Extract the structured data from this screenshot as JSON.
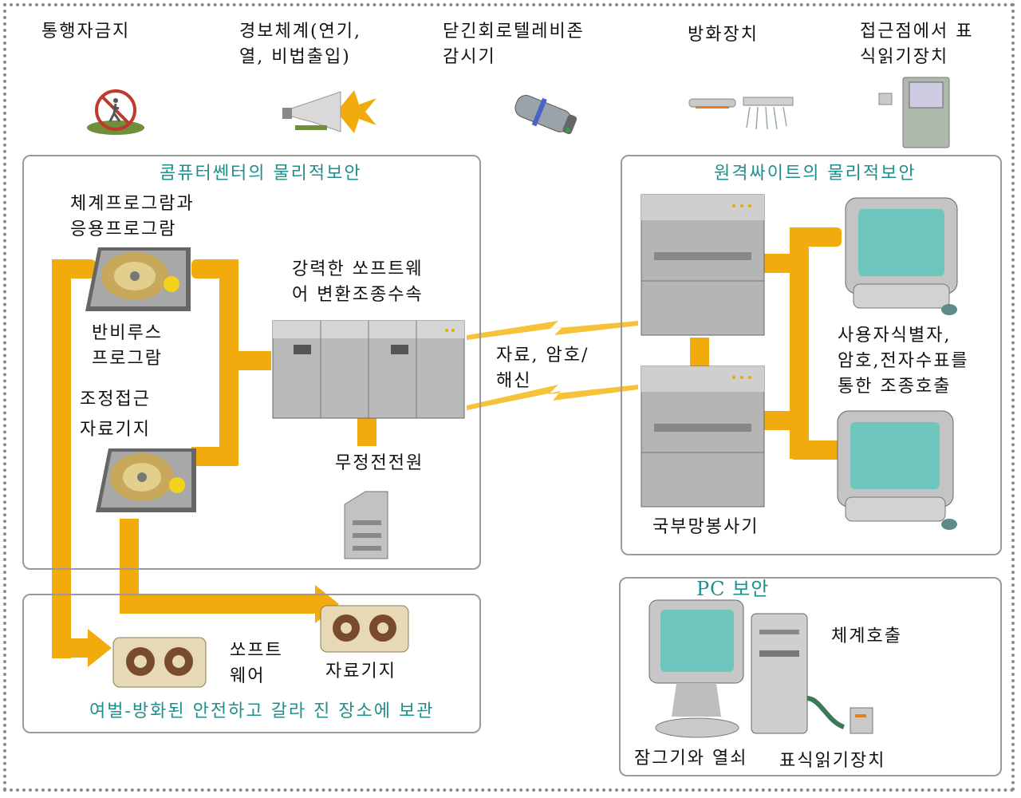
{
  "top_labels": {
    "no_entry": "통행자금지",
    "alarm": "경보체계(연기,\n열, 비법출입)",
    "cctv": "닫긴회로텔레비존\n감시기",
    "fire": "방화장치",
    "reader": "접근점에서 표\n식읽기장치"
  },
  "computer_center": {
    "title": "콤퓨터쎈터의 물리적보안",
    "sys_programs": "체계프로그람과\n응용프로그람",
    "antivirus": "반비루스\n프로그람",
    "access_control": "조정접근",
    "database": "자료기지",
    "strong_software": "강력한 쏘프트웨\n어 변환조종수속",
    "ups": "무정전전원"
  },
  "link": {
    "label": "자료, 암호/\n해신"
  },
  "remote_site": {
    "title": "원격싸이트의 물리적보안",
    "auth": "사용자식별자,\n암호,전자수표를\n통한 조종호출",
    "local_server": "국부망봉사기"
  },
  "storage": {
    "caption": "여벌-방화된 안전하고 갈라 진 장소에 보관",
    "software": "쏘프트\n웨어",
    "database": "자료기지"
  },
  "pc_security": {
    "title": "PC 보안",
    "syscall": "체계호출",
    "lock": "잠그기와 열쇠",
    "reader": "표식읽기장치"
  },
  "colors": {
    "accent": "#1f8f8c",
    "pipe": "#f2ab0c",
    "panel_border": "#9a9a9a",
    "screen": "#6fc6bd"
  }
}
